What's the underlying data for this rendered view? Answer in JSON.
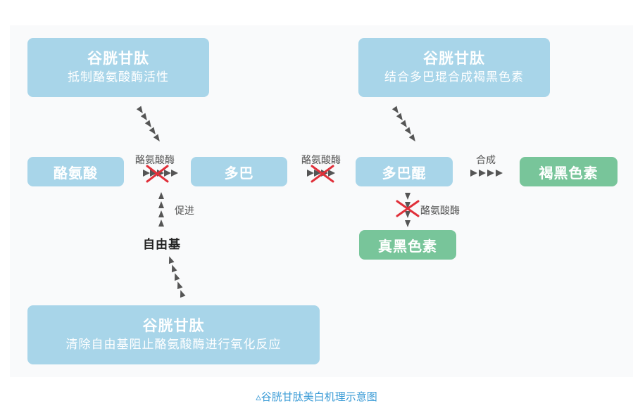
{
  "boxes": {
    "top_left": {
      "title": "谷胱甘肽",
      "subtitle": "抵制酪氨酸酶活性"
    },
    "top_right": {
      "title": "谷胱甘肽",
      "subtitle": "结合多巴琨合成褐黑色素"
    },
    "bottom": {
      "title": "谷胱甘肽",
      "subtitle": "清除自由基阻止酪氨酸酶进行氧化反应"
    },
    "tyrosine": "酪氨酸",
    "dopa": "多巴",
    "dopaquinone": "多巴醌",
    "pheomelanin": "褐黑色素",
    "eumelanin": "真黑色素"
  },
  "labels": {
    "enzyme_1": "酪氨酸酶",
    "enzyme_2": "酪氨酸酶",
    "enzyme_3": "酪氨酸酶",
    "synthesis": "合成",
    "promote": "促进",
    "free_radical": "自由基"
  },
  "caption": "▵谷胱甘肽美白机理示意图",
  "colors": {
    "blue_box": "#a8d5e9",
    "green_box": "#78c59a",
    "inhibit_cross": "#e0303a",
    "arrow": "#555555",
    "caption": "#3a9bd6"
  }
}
